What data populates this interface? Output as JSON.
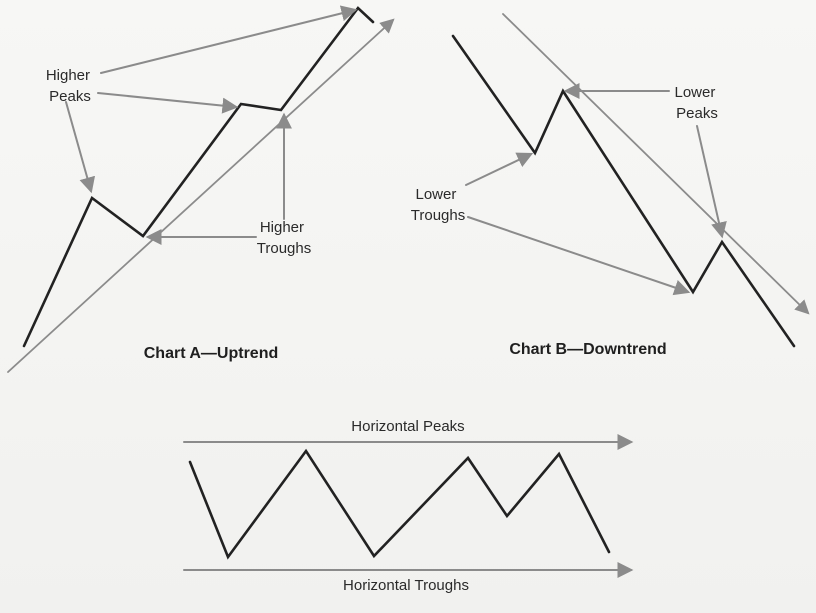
{
  "uptrend": {
    "title": "Chart A—Uptrend",
    "peaks_label": [
      "Higher",
      "Peaks"
    ],
    "troughs_label": [
      "Higher",
      "Troughs"
    ]
  },
  "downtrend": {
    "title": "Chart B—Downtrend",
    "peaks_label": [
      "Lower",
      "Peaks"
    ],
    "troughs_label": [
      "Lower",
      "Troughs"
    ]
  },
  "sideways": {
    "peaks_label": "Horizontal Peaks",
    "troughs_label": "Horizontal Troughs"
  },
  "colors": {
    "price_line": "#222222",
    "annotation_arrow": "#8b8b8b",
    "background": "#f4f4f2"
  }
}
